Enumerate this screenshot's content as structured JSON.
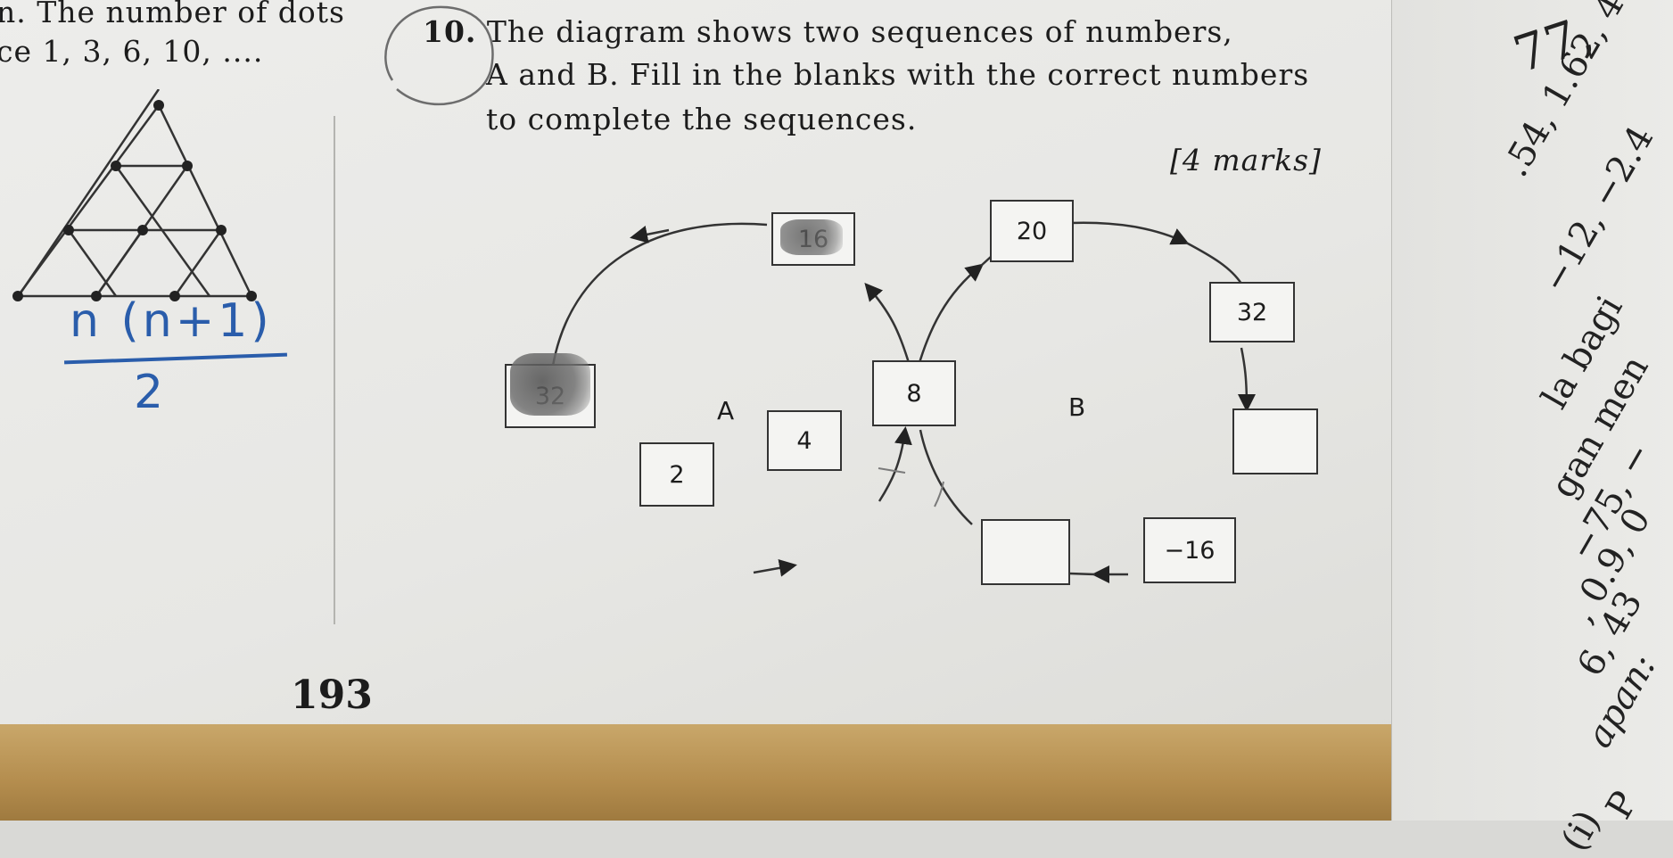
{
  "previous_question": {
    "line1": "n. The number of dots",
    "line2": "ce 1, 3, 6, 10, ...."
  },
  "handwritten_formula": {
    "numerator": "n (n+1)",
    "denominator": "2"
  },
  "question": {
    "number": "10.",
    "line1": "The diagram shows two sequences of numbers,",
    "line2": "A and B. Fill in the blanks with the correct numbers",
    "line3": "to complete the sequences.",
    "marks": "[4 marks]"
  },
  "diagram": {
    "label_a": "A",
    "label_b": "B",
    "boxes": {
      "a_start": "2",
      "a_second": "4",
      "center": "8",
      "a_filled": "16",
      "a_last": "32",
      "b_top": "20",
      "b_second": "32",
      "b_blank": "",
      "b_bottom_right": "−16",
      "b_bottom_blank": ""
    }
  },
  "page_number": "193",
  "right_page": {
    "fragment1": "77,",
    "fragment2": ".54, 1.62, 4",
    "fragment3": "−12, −2.4",
    "fragment4": "la  bagi",
    "fragment5": "gan men",
    "fragment6": "−75, −",
    "fragment7": ", 0.9, 0",
    "fragment8": "6, 43",
    "fragment9": "apan:",
    "fragment10": "P",
    "fragment11": "(i)"
  }
}
